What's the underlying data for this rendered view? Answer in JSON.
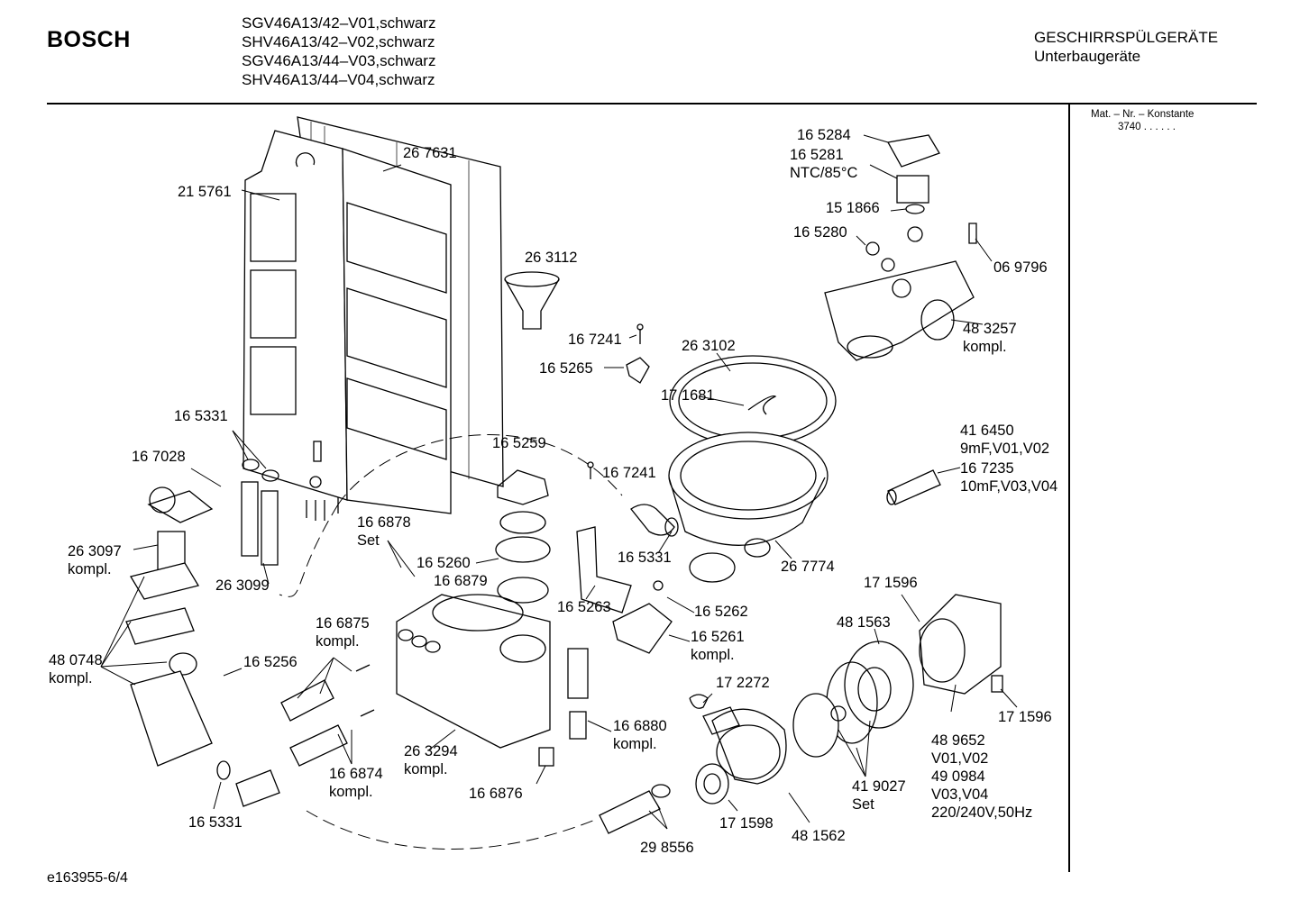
{
  "header": {
    "brand": "BOSCH",
    "models": [
      "SGV46A13/42–V01,schwarz",
      "SHV46A13/42–V02,schwarz",
      "SGV46A13/44–V03,schwarz",
      "SHV46A13/44–V04,schwarz"
    ],
    "category": "GESCHIRRSPÜLGERÄTE",
    "subcategory": "Unterbaugeräte"
  },
  "mat_no": {
    "label": "Mat. – Nr. – Konstante",
    "value": "3740 . . . . . ."
  },
  "footer": {
    "doc_id": "e163955-6/4"
  },
  "parts": [
    {
      "id": "p267631",
      "lines": [
        "26 7631"
      ]
    },
    {
      "id": "p215761",
      "lines": [
        "21 5761"
      ]
    },
    {
      "id": "p263112",
      "lines": [
        "26 3112"
      ]
    },
    {
      "id": "p165284",
      "lines": [
        "16 5284"
      ]
    },
    {
      "id": "p165281",
      "lines": [
        "16 5281",
        "NTC/85°C"
      ]
    },
    {
      "id": "p151866",
      "lines": [
        "15 1866"
      ]
    },
    {
      "id": "p165280",
      "lines": [
        "16 5280"
      ]
    },
    {
      "id": "p069796",
      "lines": [
        "06 9796"
      ]
    },
    {
      "id": "p483257",
      "lines": [
        "48 3257",
        "kompl."
      ]
    },
    {
      "id": "p167241a",
      "lines": [
        "16 7241"
      ]
    },
    {
      "id": "p165265",
      "lines": [
        "16 5265"
      ]
    },
    {
      "id": "p263102",
      "lines": [
        "26 3102"
      ]
    },
    {
      "id": "p171681",
      "lines": [
        "17 1681"
      ]
    },
    {
      "id": "p165331a",
      "lines": [
        "16 5331"
      ]
    },
    {
      "id": "p167028",
      "lines": [
        "16 7028"
      ]
    },
    {
      "id": "p165259",
      "lines": [
        "16 5259"
      ]
    },
    {
      "id": "p167241b",
      "lines": [
        "16 7241"
      ]
    },
    {
      "id": "p416450",
      "lines": [
        "41 6450",
        "9mF,V01,V02"
      ]
    },
    {
      "id": "p167235",
      "lines": [
        "16 7235",
        "10mF,V03,V04"
      ]
    },
    {
      "id": "p263097",
      "lines": [
        "26 3097",
        "kompl."
      ]
    },
    {
      "id": "p166878",
      "lines": [
        "16 6878",
        "Set"
      ]
    },
    {
      "id": "p165331b",
      "lines": [
        "16 5331"
      ]
    },
    {
      "id": "p267774",
      "lines": [
        "26 7774"
      ]
    },
    {
      "id": "p165260",
      "lines": [
        "16 5260"
      ]
    },
    {
      "id": "p166879",
      "lines": [
        "16 6879"
      ]
    },
    {
      "id": "p263099",
      "lines": [
        "26 3099"
      ]
    },
    {
      "id": "p171596a",
      "lines": [
        "17 1596"
      ]
    },
    {
      "id": "p165263",
      "lines": [
        "16 5263"
      ]
    },
    {
      "id": "p165262",
      "lines": [
        "16 5262"
      ]
    },
    {
      "id": "p481563",
      "lines": [
        "48 1563"
      ]
    },
    {
      "id": "p166875",
      "lines": [
        "16 6875",
        "kompl."
      ]
    },
    {
      "id": "p165261",
      "lines": [
        "16 5261",
        "kompl."
      ]
    },
    {
      "id": "p480748",
      "lines": [
        "48 0748",
        "kompl."
      ]
    },
    {
      "id": "p165256",
      "lines": [
        "16 5256"
      ]
    },
    {
      "id": "p172272",
      "lines": [
        "17 2272"
      ]
    },
    {
      "id": "p171596b",
      "lines": [
        "17 1596"
      ]
    },
    {
      "id": "p166880",
      "lines": [
        "16 6880",
        "kompl."
      ]
    },
    {
      "id": "p489652",
      "lines": [
        "48 9652",
        "V01,V02",
        "49 0984",
        "V03,V04",
        "220/240V,50Hz"
      ]
    },
    {
      "id": "p263294",
      "lines": [
        "26 3294",
        "kompl."
      ]
    },
    {
      "id": "p166874",
      "lines": [
        "16 6874",
        "kompl."
      ]
    },
    {
      "id": "p419027",
      "lines": [
        "41 9027",
        "Set"
      ]
    },
    {
      "id": "p166876",
      "lines": [
        "16 6876"
      ]
    },
    {
      "id": "p165331c",
      "lines": [
        "16 5331"
      ]
    },
    {
      "id": "p171598",
      "lines": [
        "17 1598"
      ]
    },
    {
      "id": "p481562",
      "lines": [
        "48 1562"
      ]
    },
    {
      "id": "p298556",
      "lines": [
        "29 8556"
      ]
    }
  ]
}
